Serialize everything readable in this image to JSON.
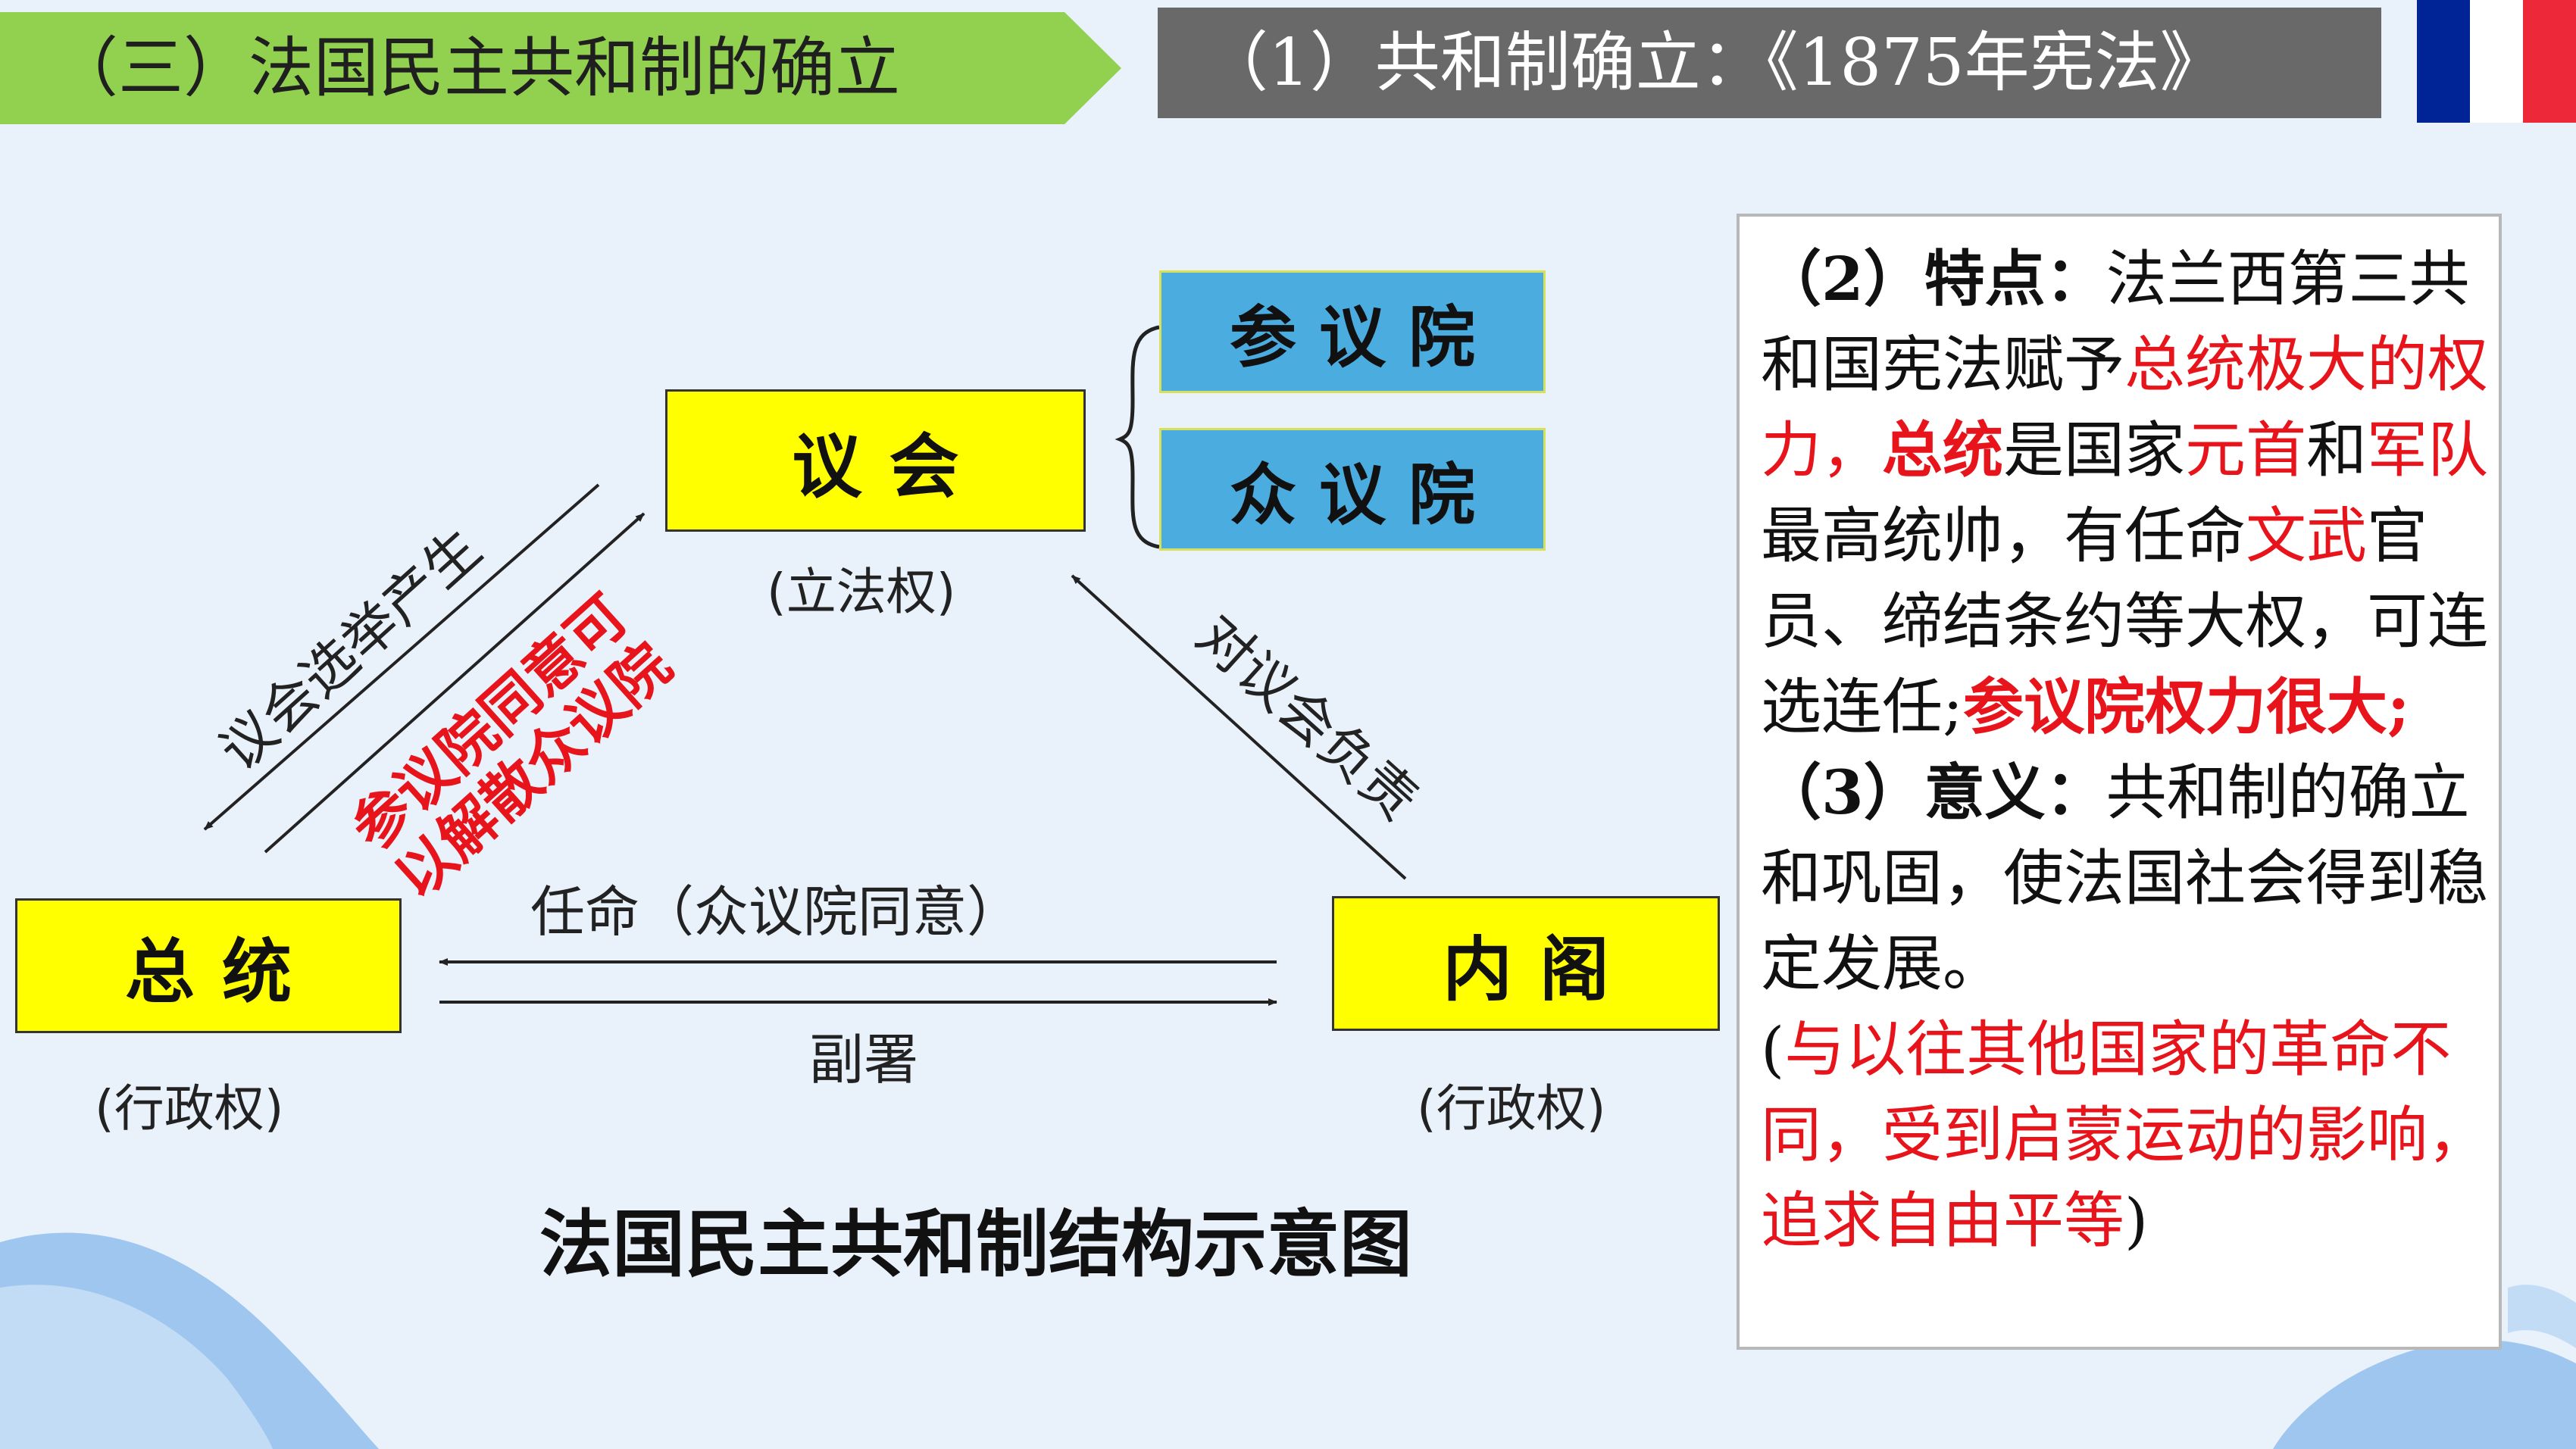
{
  "header": {
    "section_title": "（三）法国民主共和制的确立",
    "subtitle": "（1）共和制确立：《1875年宪法》"
  },
  "diagram": {
    "title": "法国民主共和制结构示意图",
    "parliament": {
      "label": "议会",
      "note": "(立法权)"
    },
    "senate": "参议院",
    "chamber": "众议院",
    "president": {
      "label": "总统",
      "note": "(行政权)"
    },
    "cabinet": {
      "label": "内阁",
      "note": "(行政权)"
    },
    "edges": {
      "elect": "议会选举产生",
      "dissolve_line1": "参议院同意可",
      "dissolve_line2": "以解散众议院",
      "responsible": "对议会负责",
      "appoint": "任命（众议院同意）",
      "countersign": "副署"
    }
  },
  "panel": {
    "p2": {
      "num": "（2）",
      "head": "特点",
      "colon": "：",
      "t1": "法兰西第三共和国宪法赋予",
      "r1": "总统极大的权力，",
      "r2": "总统",
      "t2": "是国家",
      "r3": "元首",
      "t3": "和",
      "r4": "军队",
      "t4": "最高统帅，有任命",
      "r5": "文武",
      "t5": "官员、缔结条约等大权，可连选连任;",
      "r6": "参议院权力很大;"
    },
    "p3": {
      "num": "（3）",
      "head": "意义",
      "colon": "：",
      "t1": "共和制的确立和巩固，使法国社会得到稳定发展。"
    },
    "p4": {
      "open": "(",
      "r1": "与以往其他国家的革命不同，受到启蒙运动的影响，追求自由平等",
      "close": ")"
    }
  },
  "colors": {
    "banner_green": "#92d050",
    "subtitle_gray": "#696969",
    "box_yellow": "#ffff00",
    "box_blue": "#4bace0",
    "accent_red": "#e8141b",
    "flag_blue": "#002395",
    "flag_red": "#ed2939"
  }
}
